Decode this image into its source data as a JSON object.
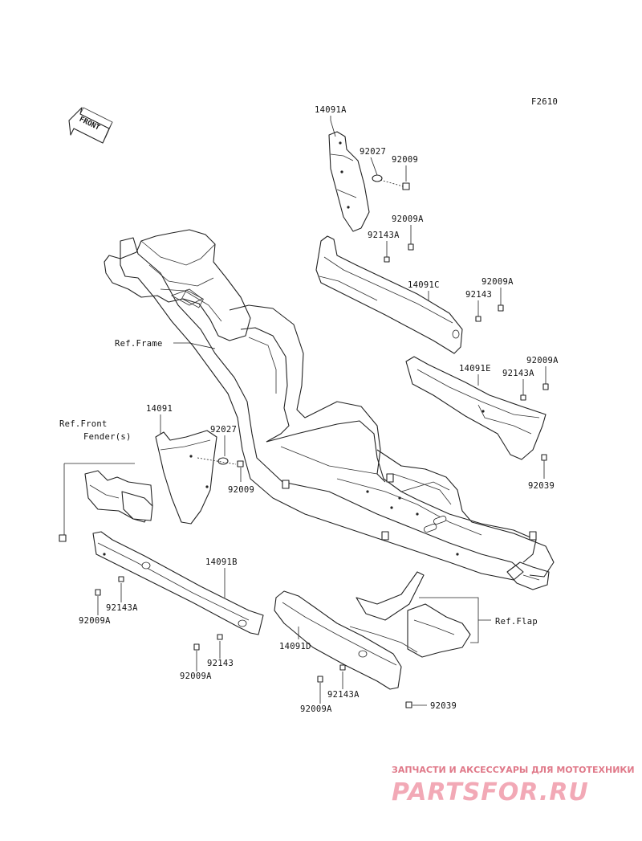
{
  "figure_code": "F2610",
  "front_marker": "FRONT",
  "refs": {
    "frame": "Ref.Frame",
    "front_fender_line1": "Ref.Front",
    "front_fender_line2": "Fender(s)",
    "flap": "Ref.Flap"
  },
  "parts": {
    "p14091A": "14091A",
    "p92027_top": "92027",
    "p92009_top": "92009",
    "p92009A_a": "92009A",
    "p92143A_a": "92143A",
    "p14091C": "14091C",
    "p92009A_b": "92009A",
    "p92143_b": "92143",
    "p92009A_c": "92009A",
    "p14091E": "14091E",
    "p92143A_c": "92143A",
    "p92039_a": "92039",
    "p14091": "14091",
    "p92027_mid": "92027",
    "p92009_mid": "92009",
    "p14091B": "14091B",
    "p92143A_d": "92143A",
    "p92009A_d": "92009A",
    "p92143_e": "92143",
    "p92009A_e": "92009A",
    "p14091D": "14091D",
    "p92143A_f": "92143A",
    "p92009A_f": "92009A",
    "p92039_b": "92039"
  },
  "watermark": {
    "tagline": "ЗАПЧАСТИ И АКСЕССУАРЫ ДЛЯ МОТОТЕХНИКИ",
    "brand": "PARTSFOR.RU",
    "color": "#f2a9b6"
  }
}
